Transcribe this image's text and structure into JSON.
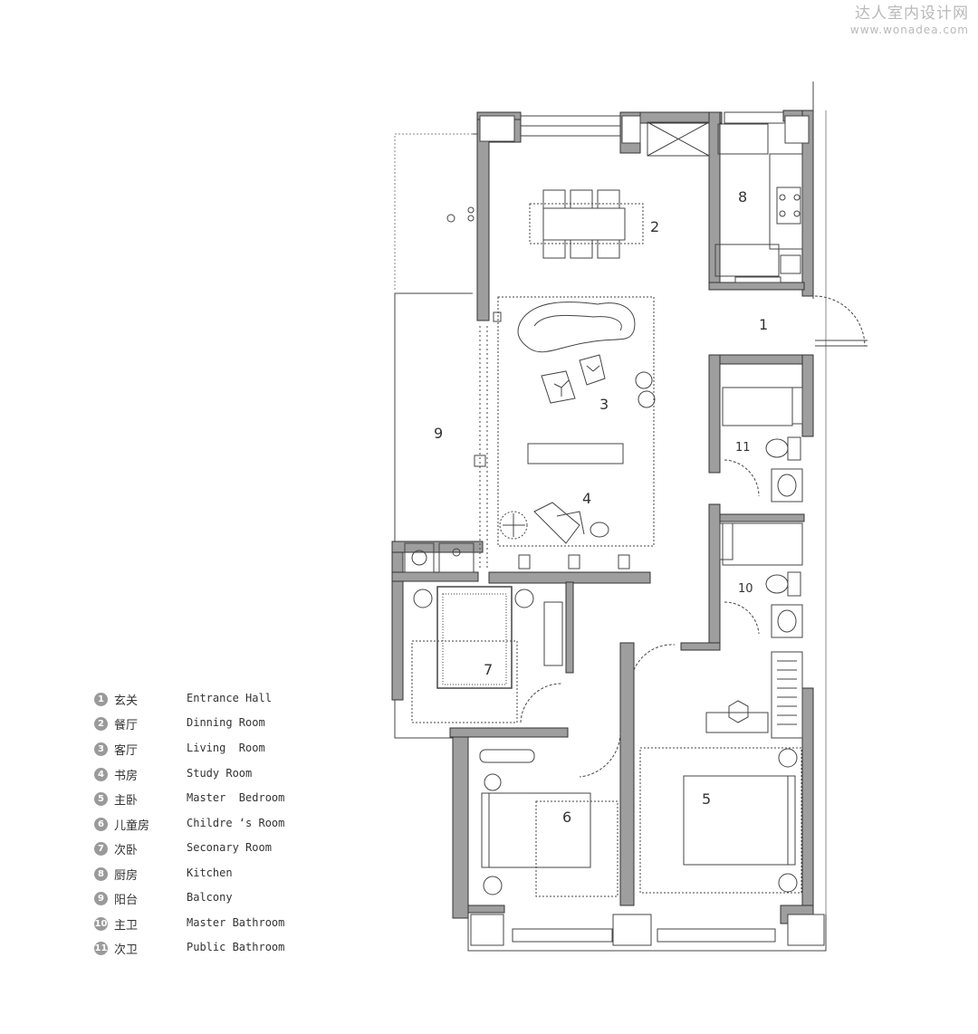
{
  "watermark": {
    "site_cn": "达人室内设计网",
    "url": "www.wonadea.com"
  },
  "plan": {
    "room_numbers": [
      "1",
      "2",
      "3",
      "4",
      "5",
      "6",
      "7",
      "8",
      "9",
      "10",
      "11"
    ]
  },
  "legend": [
    {
      "num": "1",
      "cn": "玄关",
      "en": "Entrance Hall"
    },
    {
      "num": "2",
      "cn": "餐厅",
      "en": "Dinning Room"
    },
    {
      "num": "3",
      "cn": "客厅",
      "en": "Living  Room"
    },
    {
      "num": "4",
      "cn": "书房",
      "en": "Study Room"
    },
    {
      "num": "5",
      "cn": "主卧",
      "en": "Master  Bedroom"
    },
    {
      "num": "6",
      "cn": "儿童房",
      "en": "Childre ‘s Room"
    },
    {
      "num": "7",
      "cn": "次卧",
      "en": "Seconary Room"
    },
    {
      "num": "8",
      "cn": "厨房",
      "en": "Kitchen"
    },
    {
      "num": "9",
      "cn": "阳台",
      "en": "Balcony"
    },
    {
      "num": "10",
      "cn": "主卫",
      "en": "Master Bathroom"
    },
    {
      "num": "11",
      "cn": "次卫",
      "en": "Public Bathroom"
    }
  ],
  "colors": {
    "wall": "#9e9e9e",
    "line": "#444444",
    "dashed": "#777777"
  }
}
